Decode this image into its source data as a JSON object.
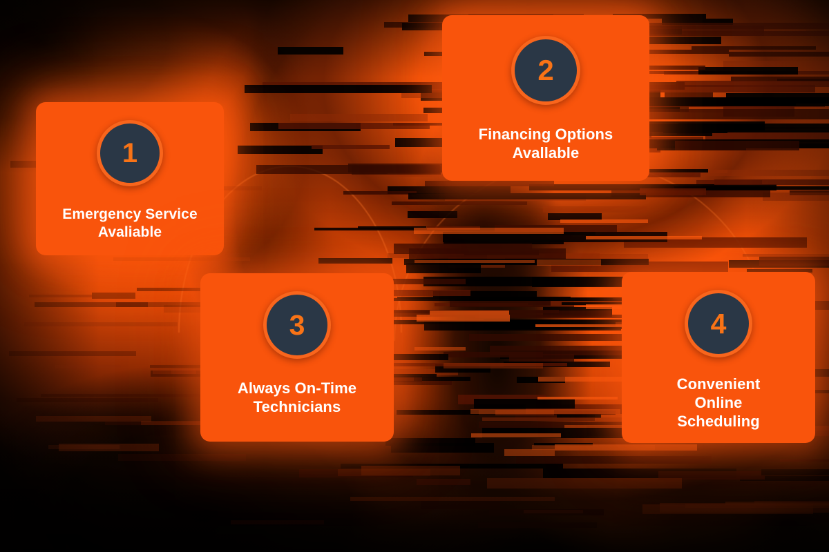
{
  "theme": {
    "card_color": "#f9540c",
    "badge_fill": "#2a3746",
    "badge_ring": "#f9651c",
    "number_color": "#f97316",
    "label_color": "#ffffff",
    "background_color": "#0a0300"
  },
  "cards": [
    {
      "number": "1",
      "label": "Emergency Service\nAvaliable",
      "name": "emergency-service"
    },
    {
      "number": "2",
      "label": "Financing Options\nAvallable",
      "name": "financing-options"
    },
    {
      "number": "3",
      "label": "Always On-Time\nTechnicians",
      "name": "always-on-time"
    },
    {
      "number": "4",
      "label": "Convenient\nOnline\nScheduling",
      "name": "online-scheduling"
    }
  ]
}
